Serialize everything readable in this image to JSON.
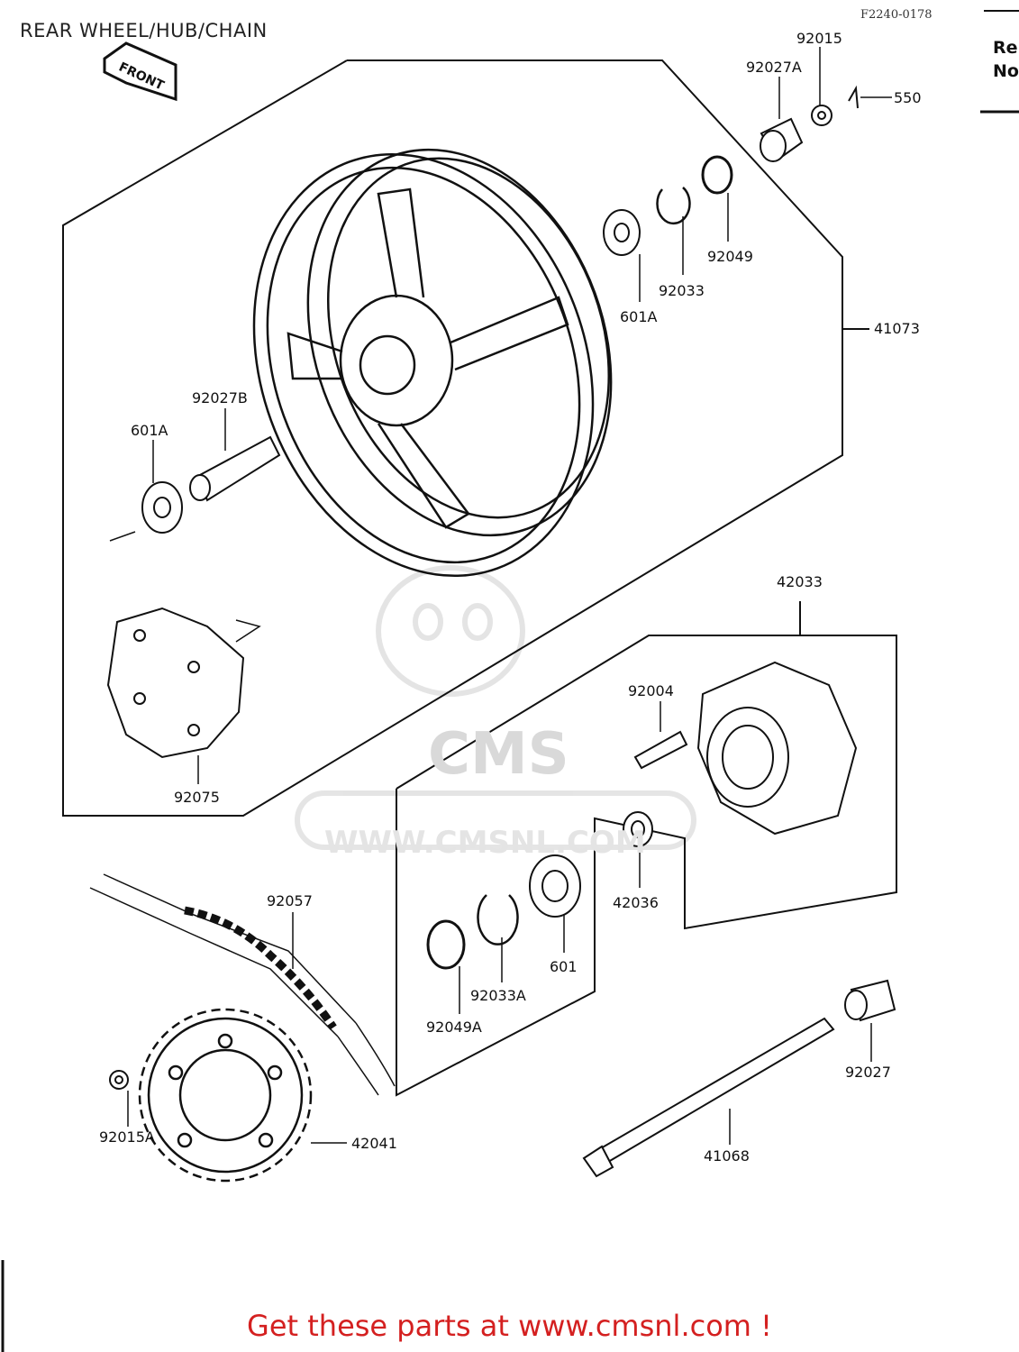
{
  "title": "REAR WHEEL/HUB/CHAIN",
  "figure_code": "F2240-0178",
  "corner_text": [
    "Re",
    "No"
  ],
  "front_marker": "FRONT",
  "watermark": {
    "logo": "CMS",
    "url": "WWW.CMSNL.COM"
  },
  "footer": "Get these parts at www.cmsnl.com !",
  "parts": {
    "p92015": "92015",
    "p92027A": "92027A",
    "p550": "550",
    "p92049": "92049",
    "p92033": "92033",
    "p601A_top": "601A",
    "p41073": "41073",
    "p92027B": "92027B",
    "p601A_left": "601A",
    "p92075": "92075",
    "p42033": "42033",
    "p92004": "92004",
    "p42036": "42036",
    "p601": "601",
    "p92033A": "92033A",
    "p92049A": "92049A",
    "p92057": "92057",
    "p92015A": "92015A",
    "p42041": "42041",
    "p92027": "92027",
    "p41068": "41068"
  },
  "colors": {
    "footer": "#d42020",
    "line": "#111111",
    "watermark": "#d9d9d9"
  }
}
